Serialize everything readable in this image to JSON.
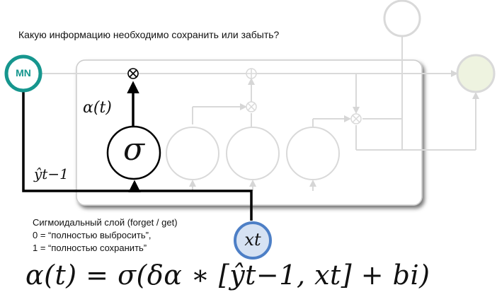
{
  "question": "Какую информацию необходимо сохранить или забыть?",
  "mn_label": "MN",
  "alpha_label": "α(t)",
  "sigma_symbol": "σ",
  "y_prev_label": "ŷt−1",
  "x_label": "xt",
  "note_lines": [
    "Сигмоидальный слой (forget / get)",
    "0 = “полностью выбросить”,",
    "1 = “полностью сохранить”"
  ],
  "formula": "α(t) = σ(δα ∗ [ŷt−1, xt] + bi)",
  "colors": {
    "mn_ring": "#16968e",
    "x_ring": "#4d7fc6",
    "x_fill": "#d6e2f3",
    "faded": "#d9d9d9",
    "output_fill": "#eef3e0"
  }
}
